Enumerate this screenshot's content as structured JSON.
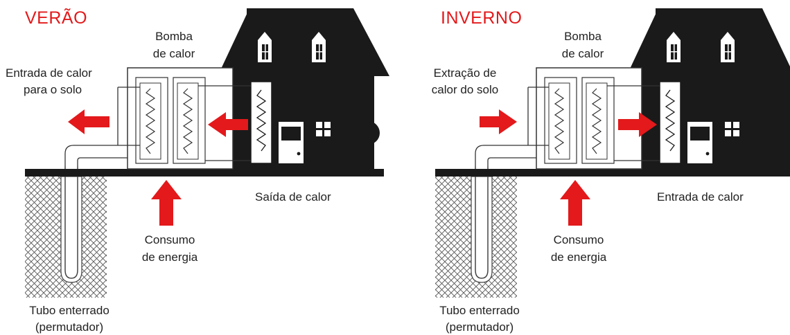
{
  "panels": [
    {
      "season": "VERÃO",
      "pump": [
        "Bomba",
        "de calor"
      ],
      "ground": [
        "Entrada de calor",
        "para o solo"
      ],
      "house": "Saída de calor",
      "energy": [
        "Consumo",
        "de energia"
      ],
      "pipe": [
        "Tubo enterrado",
        "(permutador)"
      ]
    },
    {
      "season": "INVERNO",
      "pump": [
        "Bomba",
        "de calor"
      ],
      "ground": [
        "Extração de",
        "calor do solo"
      ],
      "house": "Entrada de calor",
      "energy": [
        "Consumo",
        "de energia"
      ],
      "pipe": [
        "Tubo enterrado",
        "(permutador)"
      ]
    }
  ],
  "colors": {
    "arrow": "#e3191b",
    "house": "#1a1a1a",
    "title": "#e3191b"
  }
}
